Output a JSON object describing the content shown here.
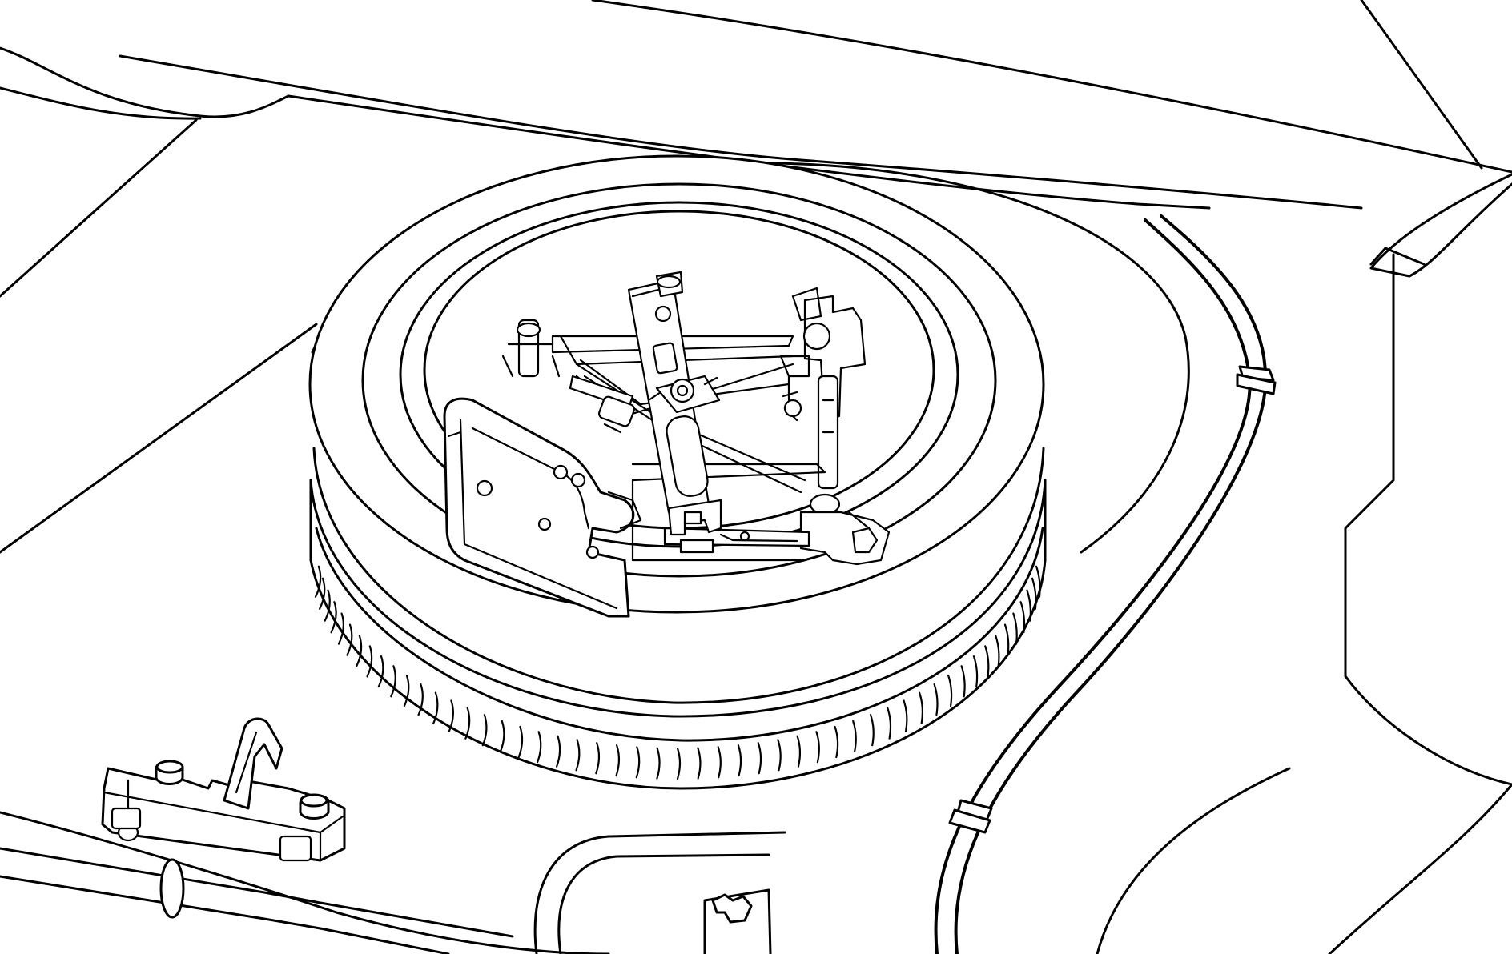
{
  "figure": {
    "line_color": "#000000",
    "background_color": "#ffffff",
    "components": [
      "trunk-lid-edge",
      "trunk-floor-well",
      "spare-tire",
      "spare-wheel-rim",
      "jack-assembly",
      "wheel-wrench",
      "jack-mounting-bracket",
      "wiring-harness",
      "harness-clips",
      "latch-striker",
      "rear-body-panel",
      "rear-lamp-cutout"
    ]
  }
}
